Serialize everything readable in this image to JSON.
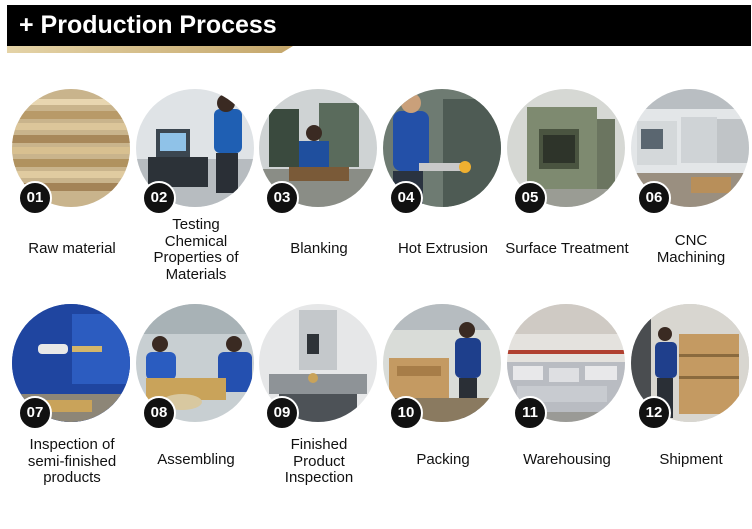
{
  "header": {
    "title": "+ Production Process"
  },
  "colors": {
    "header_bg": "#000000",
    "accent_gold": "#c5a76b",
    "badge_bg": "#111111"
  },
  "steps": [
    {
      "number": "01",
      "label": "Raw material",
      "icon": "raw-material-photo"
    },
    {
      "number": "02",
      "label": "Testing\nChemical\nProperties of\nMaterials",
      "icon": "testing-photo"
    },
    {
      "number": "03",
      "label": "Blanking",
      "icon": "blanking-photo"
    },
    {
      "number": "04",
      "label": "Hot Extrusion",
      "icon": "hot-extrusion-photo"
    },
    {
      "number": "05",
      "label": "Surface Treatment",
      "icon": "surface-treatment-photo"
    },
    {
      "number": "06",
      "label": "CNC\nMachining",
      "icon": "cnc-machining-photo"
    },
    {
      "number": "07",
      "label": "Inspection of\nsemi-finished\nproducts",
      "icon": "inspection-photo"
    },
    {
      "number": "08",
      "label": "Assembling",
      "icon": "assembling-photo"
    },
    {
      "number": "09",
      "label": "Finished\nProduct\nInspection",
      "icon": "finished-inspection-photo"
    },
    {
      "number": "10",
      "label": "Packing",
      "icon": "packing-photo"
    },
    {
      "number": "11",
      "label": "Warehousing",
      "icon": "warehousing-photo"
    },
    {
      "number": "12",
      "label": "Shipment",
      "icon": "shipment-photo"
    }
  ]
}
